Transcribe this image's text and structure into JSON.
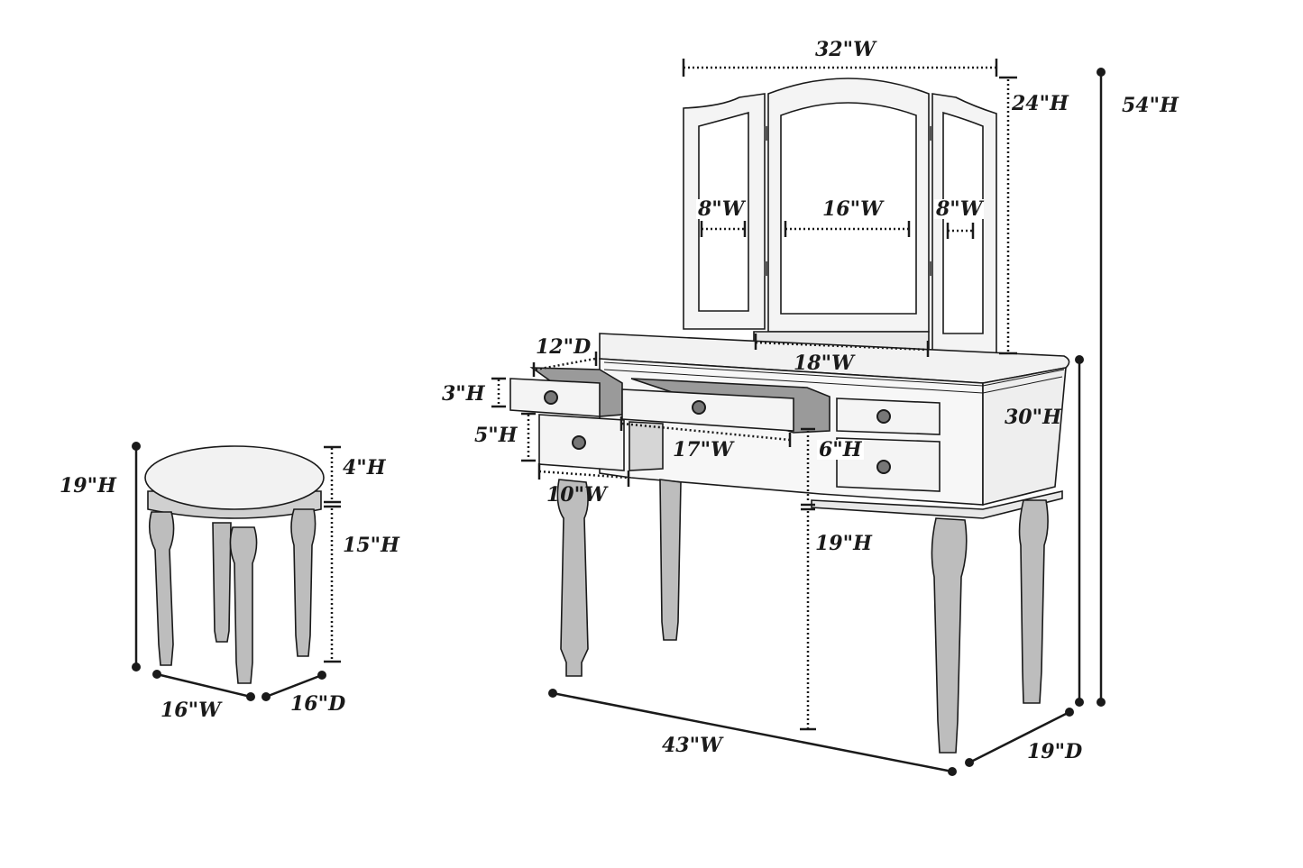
{
  "diagram": {
    "subject": "Vanity set with tri-fold mirror and stool",
    "colors": {
      "line": "#1a1a1a",
      "fill_light": "#f2f2f2",
      "fill_leg": "#bdbdbd",
      "fill_drawer_inner": "#9a9a9a"
    },
    "mirror": {
      "overall_width": "32\"W",
      "height": "24\"H",
      "left_panel_width": "8\"W",
      "center_panel_width": "16\"W",
      "right_panel_width": "8\"W",
      "base_width": "18\"W"
    },
    "overall_height": "54\"H",
    "vanity": {
      "height": "30\"H",
      "width": "43\"W",
      "depth": "19\"D",
      "knee_clearance": "19\"H",
      "drawer_depth": "12\"D",
      "top_drawer_height": "3\"H",
      "side_drawer_height": "5\"H",
      "side_drawer_width": "10\"W",
      "center_drawer_width": "17\"W",
      "right_drawer_height": "6\"H"
    },
    "stool": {
      "height": "19\"H",
      "seat_height": "4\"H",
      "leg_height": "15\"H",
      "width": "16\"W",
      "depth": "16\"D"
    }
  }
}
